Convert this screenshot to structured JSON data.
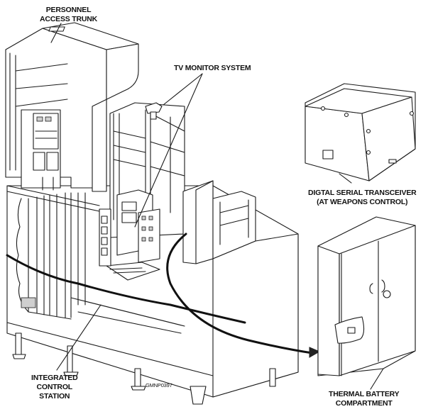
{
  "figure_id": "GMNP0397",
  "labels": {
    "personnel_access_trunk": [
      "PERSONNEL",
      "ACCESS TRUNK"
    ],
    "tv_monitor_system": "TV MONITOR SYSTEM",
    "digital_serial_transceiver": [
      "DIGTAL SERIAL TRANSCEIVER",
      "(AT WEAPONS CONTROL)"
    ],
    "integrated_control_station": [
      "INTEGRATED",
      "CONTROL",
      "STATION"
    ],
    "thermal_battery_compartment": [
      "THERMAL BATTERY",
      "COMPARTMENT"
    ]
  },
  "components": [
    {
      "id": "personnel-access-trunk",
      "name": "Personnel Access Trunk"
    },
    {
      "id": "tv-monitor-system",
      "name": "TV Monitor System"
    },
    {
      "id": "digital-serial-transceiver",
      "name": "Digital Serial Transceiver"
    },
    {
      "id": "integrated-control-station",
      "name": "Integrated Control Station"
    },
    {
      "id": "thermal-battery-compartment",
      "name": "Thermal Battery Compartment"
    }
  ]
}
